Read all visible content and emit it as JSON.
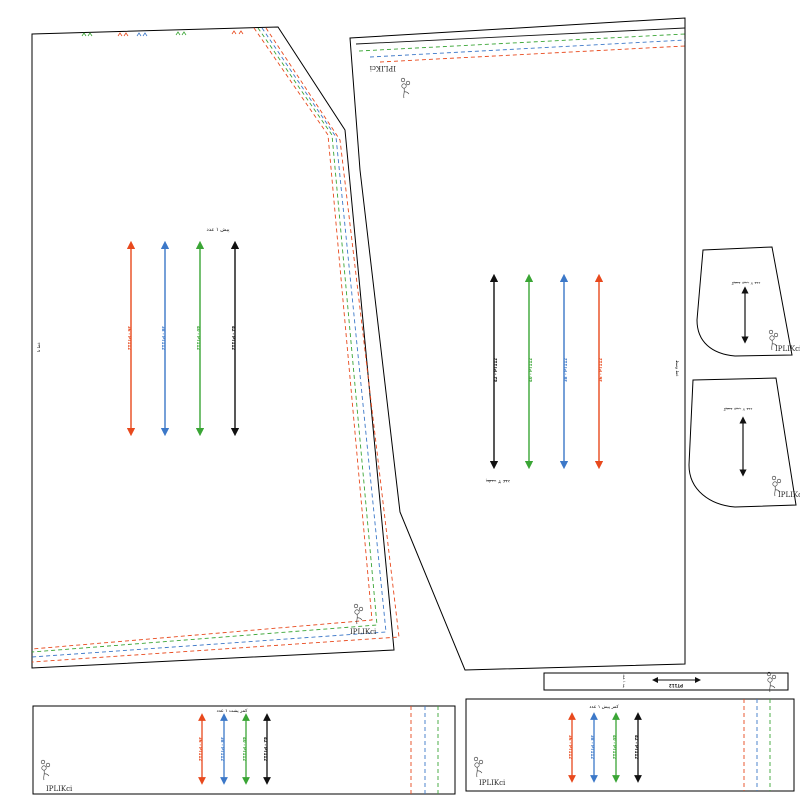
{
  "title": "",
  "colors": {
    "outline": "#000000",
    "size36": "#e8491d",
    "size38": "#3c78c8",
    "size40": "#3aa535",
    "size42": "#111111"
  },
  "brand": "IPLIKci",
  "brand_icon": "flower-logo-icon",
  "sizes": [
    {
      "key": "size36",
      "label": "36 - PT112"
    },
    {
      "key": "size38",
      "label": "38 - PT112"
    },
    {
      "key": "size40",
      "label": "40 - PT112"
    },
    {
      "key": "size42",
      "label": "42 - PT112"
    }
  ],
  "pieces": {
    "front": {
      "title": "پیش ۱ عدد",
      "side_note": "خط تا"
    },
    "back": {
      "title": "پشت ۲ عدد",
      "side_note": "خط وسط"
    },
    "pocket_top": {
      "title": "کیسه جیب ۲ عدد"
    },
    "pocket_bottom": {
      "title": "کیسه جیب ۲ عدد"
    },
    "strip": {
      "title": "بند ۱ عدد",
      "code": "PT112"
    },
    "waistband_back": {
      "title": "کمر پشت ۱ عدد"
    },
    "waistband_front": {
      "title": "کمر پیش ۱ عدد"
    }
  },
  "back_top_label": "IPLIKci"
}
